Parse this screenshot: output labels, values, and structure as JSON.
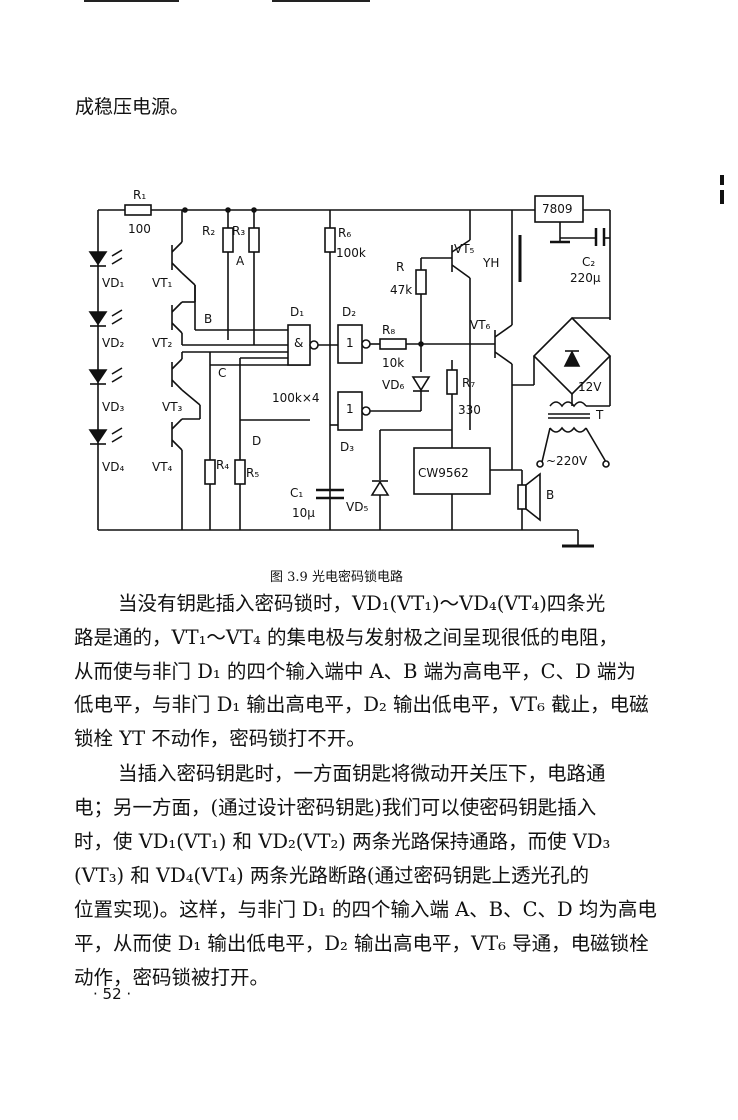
{
  "intro_line": "成稳压电源。",
  "caption": "图 3.9   光电密码锁电路",
  "page_number": "· 52 ·",
  "para1": [
    "当没有钥匙插入密码锁时，VD₁(VT₁)～VD₄(VT₄)四条光",
    "路是通的，VT₁～VT₄ 的集电极与发射极之间呈现很低的电阻，",
    "从而使与非门 D₁ 的四个输入端中 A、B 端为高电平，C、D 端为",
    "低电平，与非门 D₁ 输出高电平，D₂ 输出低电平，VT₆ 截止，电磁",
    "锁栓 YT 不动作，密码锁打不开。"
  ],
  "para2": [
    "当插入密码钥匙时，一方面钥匙将微动开关压下，电路通",
    "电；另一方面，(通过设计密码钥匙)我们可以使密码钥匙插入",
    "时，使 VD₁(VT₁) 和 VD₂(VT₂) 两条光路保持通路，而使 VD₃",
    "(VT₃) 和 VD₄(VT₄) 两条光路断路(通过密码钥匙上透光孔的",
    "位置实现)。这样，与非门 D₁ 的四个输入端 A、B、C、D 均为高电",
    "平，从而使 D₁ 输出低电平，D₂ 输出高电平，VT₆ 导通，电磁锁栓",
    "动作，密码锁被打开。"
  ],
  "circuit_labels": {
    "r1": "R₁",
    "r1_val": "100",
    "r2": "R₂",
    "r3": "R₃",
    "r4": "R₄",
    "r5": "R₅",
    "r6": "R₆",
    "r6_val": "100k",
    "r": "R",
    "r_val": "47k",
    "r8": "R₈",
    "r8_val": "10k",
    "r7": "R₇",
    "r7_val": "330",
    "res_array": "100k×4",
    "vt1": "VT₁",
    "vt2": "VT₂",
    "vt3": "VT₃",
    "vt4": "VT₄",
    "vt5": "VT₅",
    "vt6": "VT₆",
    "vd1": "VD₁",
    "vd2": "VD₂",
    "vd3": "VD₃",
    "vd4": "VD₄",
    "vd5": "VD₅",
    "vd6": "VD₆",
    "a": "A",
    "b": "B",
    "c": "C",
    "d": "D",
    "d1": "D₁",
    "d2": "D₂",
    "d3": "D₃",
    "gate_d2": "1",
    "gate_d3": "1",
    "gate_d1": "&",
    "c1": "C₁",
    "c1_val": "10μ",
    "c2": "C₂",
    "c2_val": "220μ",
    "reg": "7809",
    "yh": "YH",
    "chip": "CW9562",
    "v12": "12V",
    "transformer": "T",
    "mains": "~220V",
    "speaker": "B"
  }
}
